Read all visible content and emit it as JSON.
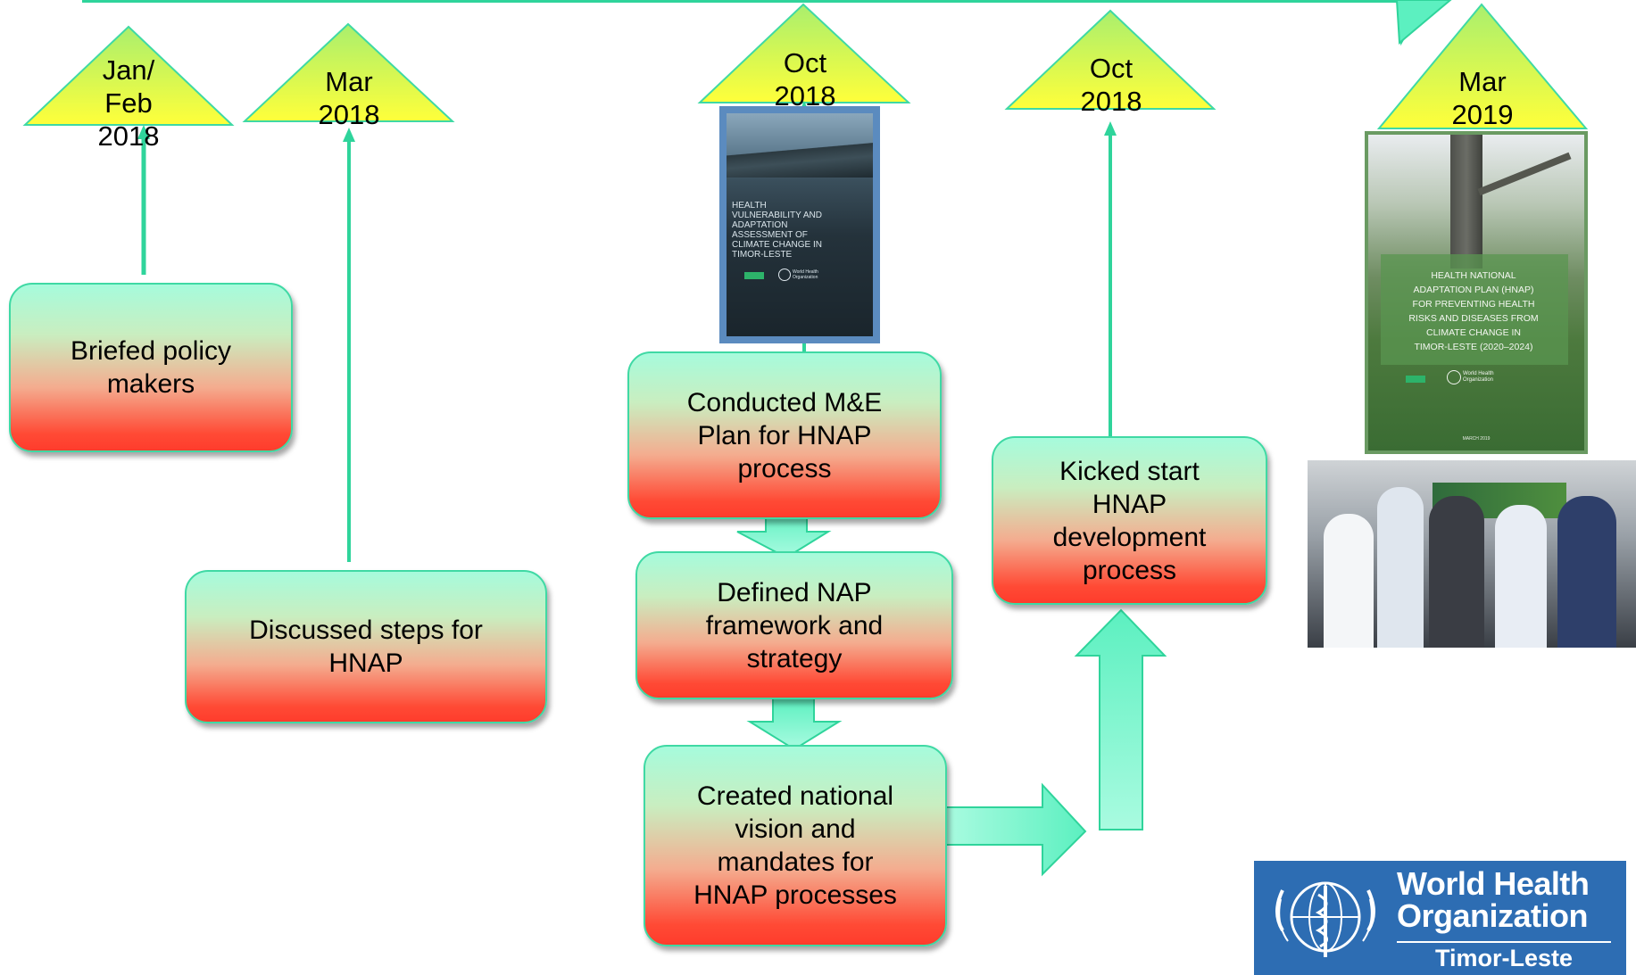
{
  "timeline": {
    "dates": [
      {
        "id": "jan-feb-2018",
        "text": "Jan/\nFeb\n2018"
      },
      {
        "id": "mar-2018",
        "text": "Mar\n2018"
      },
      {
        "id": "oct-2018-a",
        "text": "Oct\n2018"
      },
      {
        "id": "oct-2018-b",
        "text": "Oct\n2018"
      },
      {
        "id": "mar-2019",
        "text": "Mar\n2019"
      }
    ]
  },
  "steps": {
    "briefed": "Briefed policy\nmakers",
    "discussed": "Discussed steps for\nHNAP",
    "conducted": "Conducted M&E\nPlan for HNAP\nprocess",
    "defined": "Defined NAP\nframework and\nstrategy",
    "created": "Created national\nvision and\nmandates for\nHNAP processes",
    "kicked": "Kicked start\nHNAP\ndevelopment\nprocess"
  },
  "covers": {
    "assessment": {
      "title": "Health\nvulnerability and\nadaptation\nassessment of\nclimate change in\nTimor-Leste",
      "org": "World Health\nOrganization"
    },
    "plan": {
      "title": "Health national\nadaptation plan (HNAP)\nfor preventing health\nrisks and diseases from\nclimate change in\nTimor-Leste (2020–2024)",
      "org": "World Health\nOrganization",
      "date": "March 2019"
    }
  },
  "logo": {
    "name": "World Health\nOrganization",
    "country": "Timor-Leste"
  },
  "colors": {
    "arrow": "#7df7cf",
    "arrow_stroke": "#2fd49b",
    "triangle_top": "#baf16a",
    "triangle_bottom": "#ffff3a",
    "box_top": "#a6fbdc",
    "box_bottom": "#ff3c2c",
    "who_blue": "#2d6db3"
  }
}
